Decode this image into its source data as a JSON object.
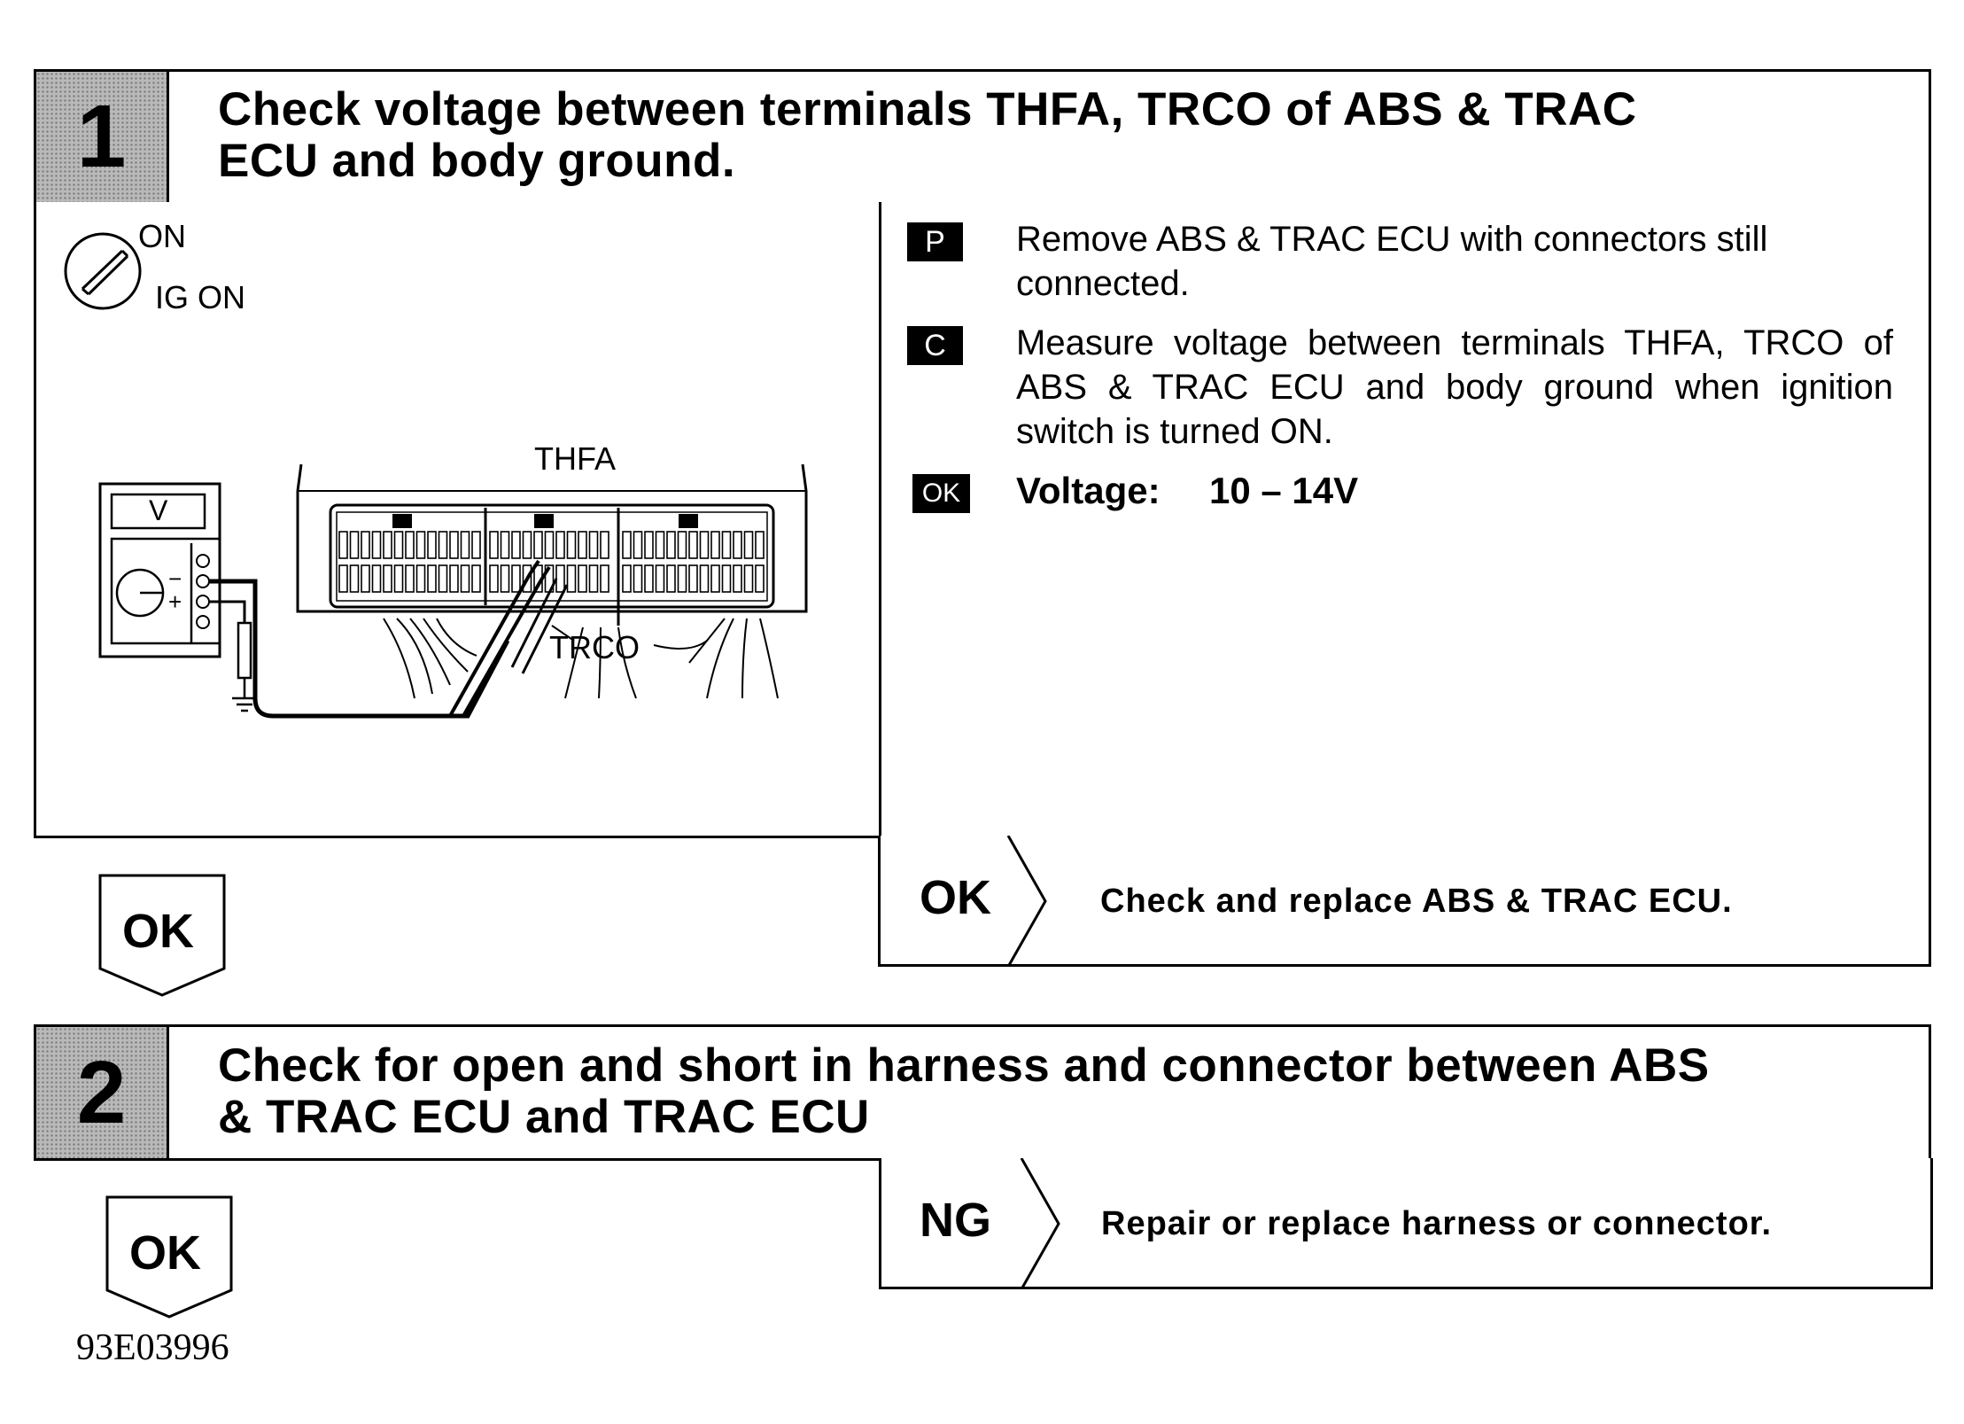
{
  "step1": {
    "number": "1",
    "title_line1": "Check voltage between terminals THFA, TRCO of ABS & TRAC",
    "title_line2": "ECU and body ground.",
    "ignition_on": "ON",
    "ignition_ig_on": "IG ON",
    "meter_label": "V",
    "meter_minus": "−",
    "meter_plus": "+",
    "connector_label_thfa": "THFA",
    "connector_label_trco": "TRCO",
    "instructions": [
      {
        "tag": "P",
        "text": "Remove ABS & TRAC ECU with connectors still connected."
      },
      {
        "tag": "C",
        "text": "Measure voltage between terminals THFA, TRCO of ABS & TRAC ECU and body ground when ignition switch is turned ON."
      }
    ],
    "ok_tag": "OK",
    "spec_label": "Voltage:",
    "spec_value": "10 – 14V",
    "result_label": "OK",
    "result_text": "Check and replace ABS & TRAC ECU.",
    "arrow_label": "OK"
  },
  "step2": {
    "number": "2",
    "title_line1": "Check for open and short in harness and connector between ABS",
    "title_line2": "& TRAC ECU and TRAC ECU",
    "result_label": "NG",
    "result_text": "Repair or replace harness or connector.",
    "arrow_label": "OK"
  },
  "document_code": "93E03996"
}
